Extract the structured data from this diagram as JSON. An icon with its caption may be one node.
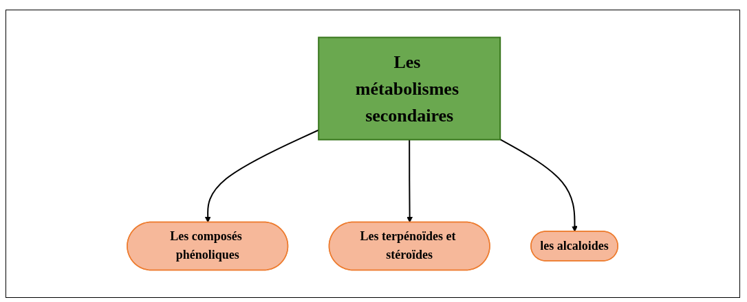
{
  "diagram": {
    "nodes": [
      {
        "text": [
          "Les métabolismes secondaires"
        ]
      },
      {
        "text": [
          "Les composés phénoliques"
        ]
      },
      {
        "text": [
          "Les terpénoïdes et stéroïdes"
        ]
      },
      {
        "text": [
          "les alcaloides"
        ]
      }
    ],
    "edges": [
      {
        "from": 0,
        "to": 1,
        "arrow": "to"
      },
      {
        "from": 0,
        "to": 2,
        "arrow": "to"
      },
      {
        "from": 0,
        "to": 3,
        "arrow": "to"
      }
    ]
  }
}
